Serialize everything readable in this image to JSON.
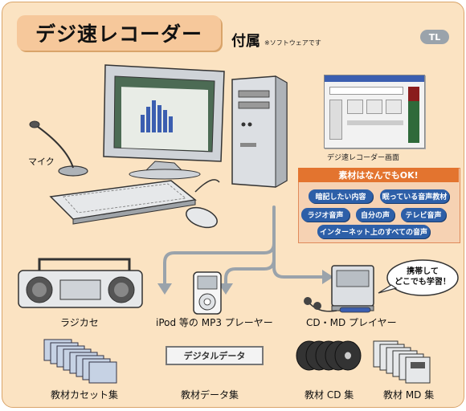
{
  "header": {
    "title": "デジ速レコーダー",
    "attached": "付属",
    "attached_note": "※ソフトウェアです",
    "badge": "TL"
  },
  "pc": {
    "mic_label": "マイク"
  },
  "recorder_window": {
    "caption": "デジ速レコーダー画面"
  },
  "materials": {
    "heading": "素材はなんでもOK!",
    "items": [
      "暗記したい内容",
      "眠っている音声教材",
      "ラジオ音声",
      "自分の声",
      "テレビ音声",
      "インターネット上のすべての音声"
    ]
  },
  "devices": {
    "radio": "ラジカセ",
    "ipod": "iPod 等の MP3 プレーヤー",
    "cdmd": "CD・MD プレイヤー",
    "bubble": "携帯して\nどこでも学習！"
  },
  "media": {
    "cassette": "教材カセット集",
    "digital_box": "デジタルデータ",
    "digital": "教材データ集",
    "cd": "教材 CD 集",
    "md": "教材 MD 集"
  },
  "colors": {
    "background": "#fbe3c2",
    "border": "#d9a46a",
    "title_badge": "#f6c89b",
    "panel_head": "#e3742f",
    "pill": "#2d5fa8",
    "arrow": "#9aa3ab"
  }
}
